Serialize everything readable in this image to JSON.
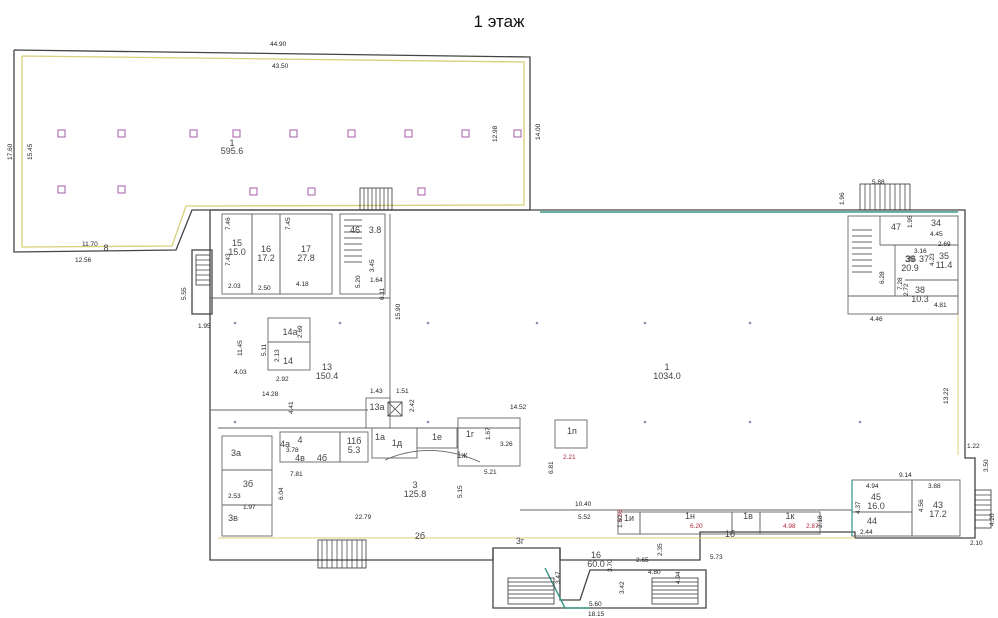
{
  "title": "1 этаж",
  "colors": {
    "wall": "#444444",
    "accent_yellow": "#d8d07a",
    "accent_green": "#3a9a8a",
    "column_marker": "#b06ab0",
    "red_label": "#b0283a"
  },
  "rooms": [
    {
      "num": "1",
      "area": "595.6"
    },
    {
      "num": "1",
      "area": "1034.0"
    },
    {
      "num": "3",
      "area": "125.8"
    },
    {
      "num": "13",
      "area": "150.4"
    },
    {
      "num": "16",
      "area": "60.0"
    },
    {
      "num": "15",
      "area": "15.0"
    },
    {
      "num": "16",
      "area": "17.2"
    },
    {
      "num": "17",
      "area": "27.8"
    },
    {
      "num": "45",
      "area": "16.0"
    },
    {
      "num": "43",
      "area": "17.2"
    },
    {
      "num": "35",
      "area": "11.4"
    },
    {
      "num": "39",
      "area": "20.9"
    },
    {
      "num": "38",
      "area": "10.3"
    },
    {
      "num": "11б",
      "area": "5.3"
    },
    {
      "num": "46",
      "area": "3.8"
    }
  ],
  "room_labels": [
    "14а",
    "14",
    "4",
    "4а",
    "4б",
    "4в",
    "1е",
    "1г",
    "1ж",
    "1д",
    "1а",
    "13а",
    "3а",
    "3б",
    "3в",
    "3г",
    "1п",
    "1н",
    "1в",
    "1к",
    "1б",
    "1и",
    "47",
    "44",
    "36",
    "37",
    "34",
    "2б",
    "8"
  ],
  "red_values": [
    "2.21",
    "1.56",
    "6.20",
    "4.98",
    "2.87"
  ],
  "dimensions": [
    "44.90",
    "43.50",
    "17.60",
    "15.45",
    "12.98",
    "14.00",
    "11.70",
    "12.56",
    "5.55",
    "1.95",
    "7.43",
    "7.46",
    "7.45",
    "2.03",
    "2.50",
    "4.18",
    "5.20",
    "3.45",
    "1.64",
    "6.11",
    "15.90",
    "2.69",
    "2.13",
    "5.11",
    "11.45",
    "4.03",
    "2.92",
    "14.28",
    "4.41",
    "1.43",
    "1.51",
    "2.42",
    "14.52",
    "1.67",
    "3.26",
    "5.21",
    "3.78",
    "7.81",
    "2.53",
    "1.97",
    "6.04",
    "5.15",
    "22.79",
    "10.40",
    "5.52",
    "1.60",
    "6.81",
    "1.96",
    "5.88",
    "1.95",
    "4.45",
    "2.69",
    "3.16",
    "4.23",
    "7.28",
    "6.28",
    "2.72",
    "4.46",
    "4.81",
    "13.22",
    "1.22",
    "3.50",
    "9.14",
    "4.94",
    "3.88",
    "4.37",
    "4.56",
    "2.44",
    "4.20",
    "2.10",
    "2.18",
    "3.47",
    "3.70",
    "3.42",
    "2.65",
    "4.80",
    "2.35",
    "4.94",
    "5.73",
    "5.60",
    "18.15"
  ]
}
